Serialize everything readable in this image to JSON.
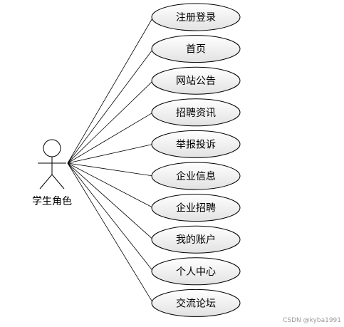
{
  "actor": {
    "label": "学生角色"
  },
  "use_cases": [
    "注册登录",
    "首页",
    "网站公告",
    "招聘资讯",
    "举报投诉",
    "企业信息",
    "企业招聘",
    "我的账户",
    "个人中心",
    "交流论坛"
  ],
  "watermark": "CSDN @kyba1991",
  "colors": {
    "ellipse_fill_top": "#ffffff",
    "ellipse_fill_bottom": "#e4e4e4",
    "stroke": "#000000"
  }
}
